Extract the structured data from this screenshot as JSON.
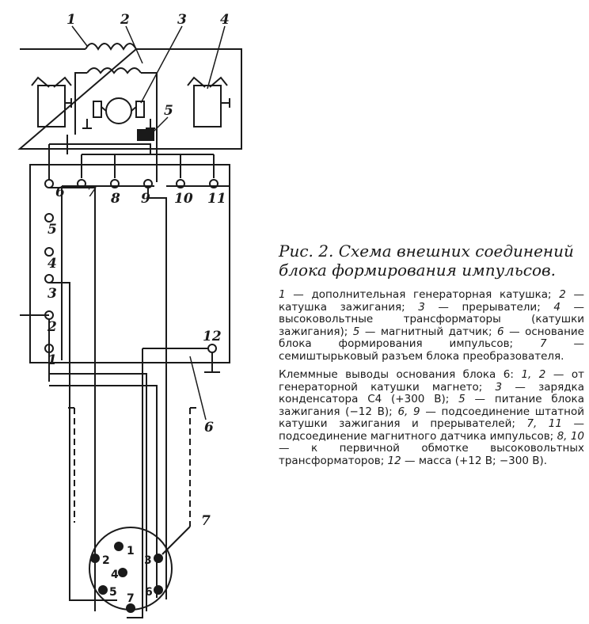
{
  "figure": {
    "component_labels": [
      "1",
      "2",
      "3",
      "4",
      "5",
      "6",
      "7"
    ],
    "terminal_labels": [
      "1",
      "2",
      "3",
      "4",
      "5",
      "6",
      "7",
      "8",
      "9",
      "10",
      "11",
      "12"
    ],
    "connector_pins": [
      "1",
      "2",
      "3",
      "4",
      "5",
      "6",
      "7"
    ]
  },
  "caption": {
    "title": "Рис. 2. Схема внешних соединений блока формирования импульсов.",
    "legend": [
      {
        "num": "1",
        "text": "дополнительная генераторная катушка;"
      },
      {
        "num": "2",
        "text": "катушка зажигания;"
      },
      {
        "num": "3",
        "text": "прерыватели;"
      },
      {
        "num": "4",
        "text": "высоковольтные трансформаторы (катушки зажигания);"
      },
      {
        "num": "5",
        "text": "магнитный датчик;"
      },
      {
        "num": "6",
        "text": "основание блока формирования импульсов;"
      },
      {
        "num": "7",
        "text": "семиштырьковый разъем блока преобразователя."
      }
    ],
    "terminals_intro": "Клеммные выводы основания блока 6:",
    "terminals": [
      {
        "num": "1, 2",
        "text": "от генераторной катушки магнето;"
      },
      {
        "num": "3",
        "text": "зарядка конденсатора С4 (+300 В);"
      },
      {
        "num": "5",
        "text": "питание блока зажигания (−12 В);"
      },
      {
        "num": "6, 9",
        "text": "подсоединение штатной катушки зажигания и прерывателей;"
      },
      {
        "num": "7, 11",
        "text": "подсоединение магнитного датчика импульсов;"
      },
      {
        "num": "8, 10",
        "text": "к первичной обмотке высоковольтных трансформаторов;"
      },
      {
        "num": "12",
        "text": "масса (+12 В; −300 В)."
      }
    ]
  }
}
